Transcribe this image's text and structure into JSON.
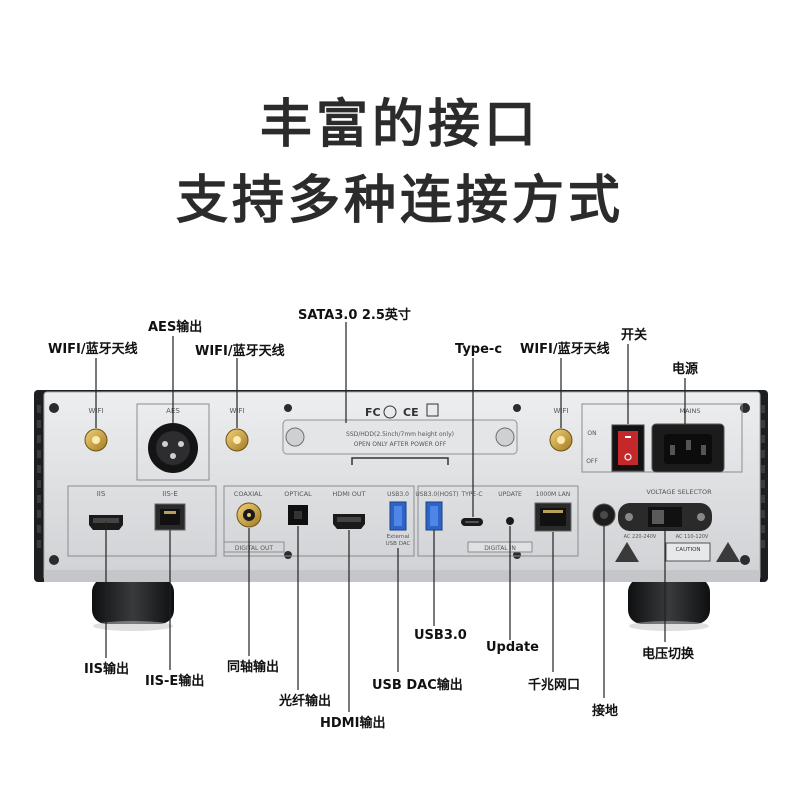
{
  "headline": {
    "line1": "丰富的接口",
    "line2": "支持多种连接方式"
  },
  "callouts": {
    "wifi_left": "WIFI/蓝牙天线",
    "aes_out": "AES输出",
    "wifi_mid": "WIFI/蓝牙天线",
    "sata": "SATA3.0 2.5英寸",
    "type_c": "Type-c",
    "wifi_right": "WIFI/蓝牙天线",
    "switch": "开关",
    "power": "电源",
    "iis_out": "IIS输出",
    "iise_out": "IIS-E输出",
    "coax_out": "同轴输出",
    "optical_out": "光纤输出",
    "hdmi_out": "HDMI输出",
    "usb_dac_out": "USB DAC输出",
    "usb30": "USB3.0",
    "update": "Update",
    "lan": "千兆网口",
    "ground": "接地",
    "voltage_switch": "电压切换"
  },
  "panel_labels": {
    "wifi": "WIFI",
    "aes": "AES",
    "ssd_line1": "SSD/HDD(2.5inch/7mm height only)",
    "ssd_line2": "OPEN ONLY AFTER POWER OFF",
    "iis": "IIS",
    "iise": "IIS-E",
    "coaxial": "COAXIAL",
    "optical": "OPTICAL",
    "hdmi_out": "HDMI OUT",
    "usb30": "USB3.0",
    "external": "External",
    "usb_dac": "USB DAC",
    "digital_out": "DIGITAL OUT",
    "usb30_host": "USB3.0(HOST)",
    "type_c": "TYPE-C",
    "update": "UPDATE",
    "lan": "1000M LAN",
    "digital_in": "DIGITAL IN",
    "mains": "MAINS",
    "on": "ON",
    "off": "OFF",
    "voltage_selector": "VOLTAGE SELECTOR",
    "ac_low": "AC 220-240V",
    "ac_high": "AC 110-120V",
    "caution": "CAUTION"
  },
  "colors": {
    "panel": "#d9dadc",
    "chassis_dark": "#232426",
    "callout_line": "#222222",
    "headline": "#2b2b2b"
  }
}
